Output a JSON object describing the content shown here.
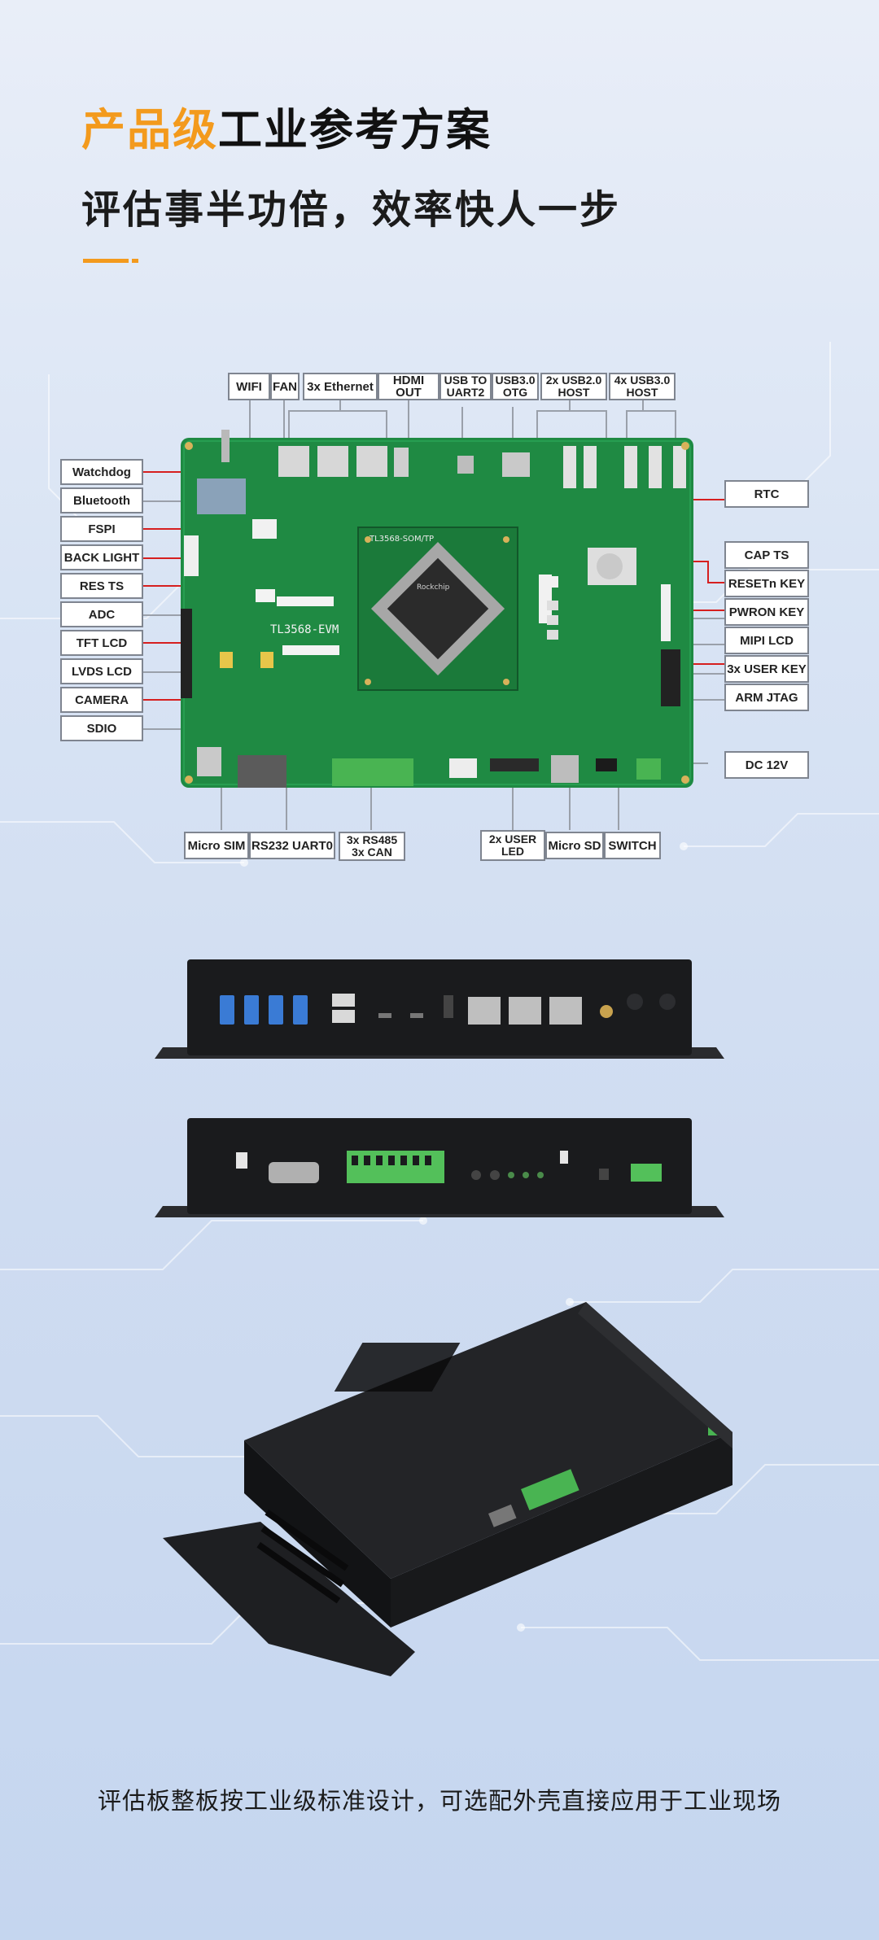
{
  "header": {
    "title_accent": "产品级",
    "title_rest": "工业参考方案",
    "subtitle": "评估事半功倍，效率快人一步"
  },
  "board": {
    "silkscreen_model": "TL3568-EVM",
    "silkscreen_som": "TL3568-SOM/TP",
    "chip_brand": "Rockchip"
  },
  "labels": {
    "top": [
      "WIFI",
      "FAN",
      "3x Ethernet",
      "HDMI OUT",
      "USB TO UART2",
      "USB3.0 OTG",
      "2x USB2.0 HOST",
      "4x USB3.0 HOST"
    ],
    "left": [
      "Watchdog",
      "Bluetooth",
      "FSPI",
      "BACK LIGHT",
      "RES TS",
      "ADC",
      "TFT LCD",
      "LVDS LCD",
      "CAMERA",
      "SDIO"
    ],
    "right": [
      "RTC",
      "CAP TS",
      "RESETn KEY",
      "PWRON KEY",
      "MIPI LCD",
      "3x USER KEY",
      "ARM JTAG",
      "DC 12V"
    ],
    "bottom": [
      "Micro SIM",
      "RS232 UART0",
      "3x RS485 3x CAN",
      "2x USER LED",
      "Micro SD",
      "SWITCH"
    ]
  },
  "colors": {
    "accent": "#f39a1d",
    "board_green": "#1f8a43",
    "label_border": "#7f8590",
    "pointer_red": "#d61f1f",
    "enclosure_black": "#1a1b1d"
  },
  "caption": "评估板整板按工业级标准设计，可选配外壳直接应用于工业现场"
}
